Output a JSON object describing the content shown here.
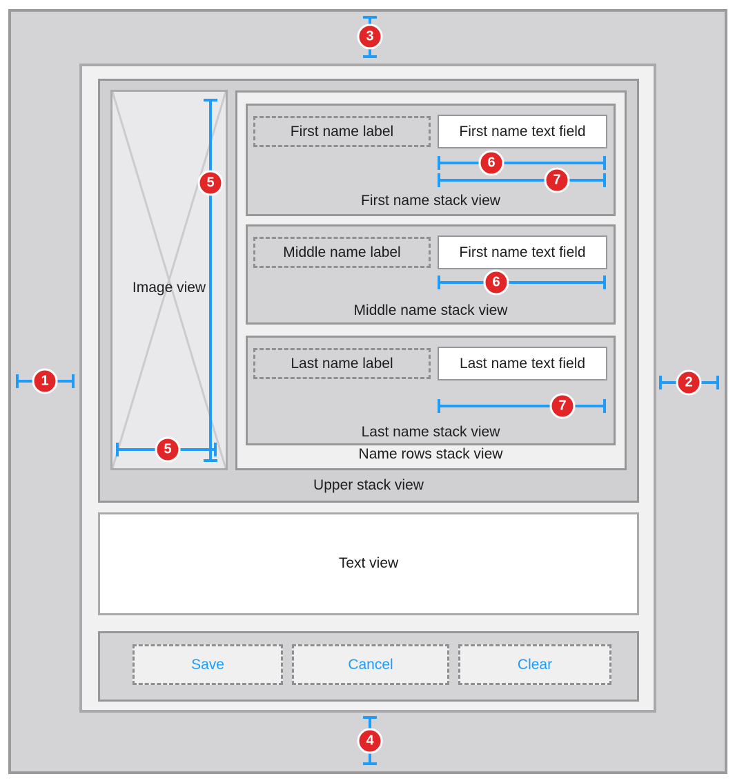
{
  "colors": {
    "accent_blue": "#1E9CF8",
    "badge_red": "#E22526",
    "outer_fill": "#D4D4D6",
    "root_fill": "#F1F1F2",
    "stack_fill": "#D0D0D2",
    "light_fill": "#F0F0F1"
  },
  "image_view": {
    "label": "Image view"
  },
  "name_rows_stack": {
    "caption": "Name rows stack view",
    "rows": [
      {
        "label": "First name label",
        "text_field": "First name text field",
        "caption": "First name stack view"
      },
      {
        "label": "Middle name label",
        "text_field": "First name text field",
        "caption": "Middle name stack view"
      },
      {
        "label": "Last name label",
        "text_field": "Last name text field",
        "caption": "Last name stack view"
      }
    ]
  },
  "upper_stack": {
    "caption": "Upper stack view"
  },
  "text_view": {
    "label": "Text view"
  },
  "button_stack": {
    "buttons": [
      {
        "label": "Save"
      },
      {
        "label": "Cancel"
      },
      {
        "label": "Clear"
      }
    ]
  },
  "constraint_badges": {
    "leading_margin": "1",
    "trailing_margin": "2",
    "top_margin": "3",
    "bottom_margin": "4",
    "image_size": "5",
    "width_constraint_6": "6",
    "width_constraint_7": "7"
  }
}
